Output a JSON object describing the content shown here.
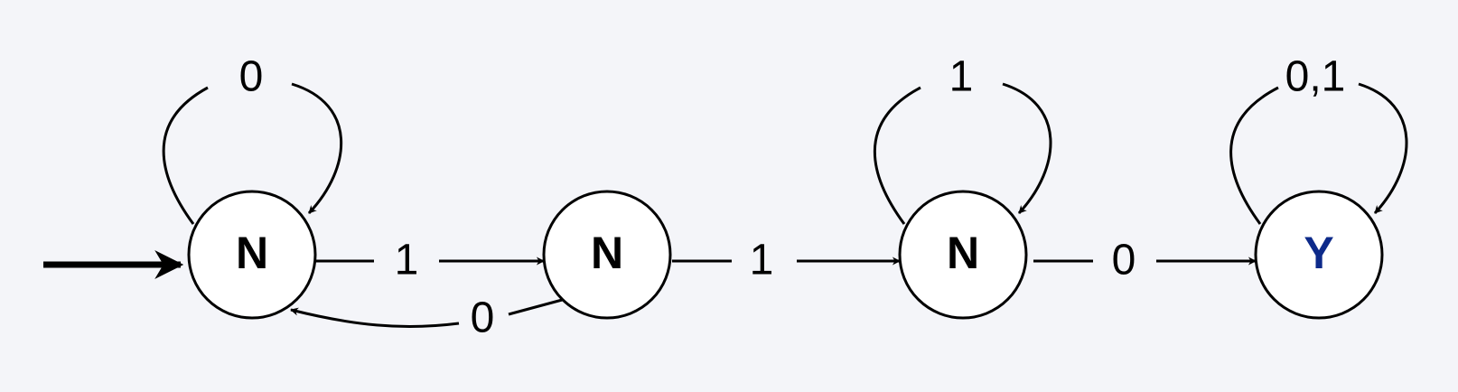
{
  "states": [
    {
      "id": "s0",
      "label": "N",
      "accept": false
    },
    {
      "id": "s1",
      "label": "N",
      "accept": false
    },
    {
      "id": "s2",
      "label": "N",
      "accept": false
    },
    {
      "id": "s3",
      "label": "Y",
      "accept": true
    }
  ],
  "edges": [
    {
      "from": "s0",
      "to": "s0",
      "label": "0"
    },
    {
      "from": "s0",
      "to": "s1",
      "label": "1"
    },
    {
      "from": "s1",
      "to": "s0",
      "label": "0"
    },
    {
      "from": "s1",
      "to": "s2",
      "label": "1"
    },
    {
      "from": "s2",
      "to": "s2",
      "label": "1"
    },
    {
      "from": "s2",
      "to": "s3",
      "label": "0"
    },
    {
      "from": "s3",
      "to": "s3",
      "label": "0,1"
    }
  ],
  "start_state": "s0",
  "colors": {
    "background": "#f4f5f9",
    "stroke": "#000000",
    "accept_label": "#0d2a8a"
  }
}
